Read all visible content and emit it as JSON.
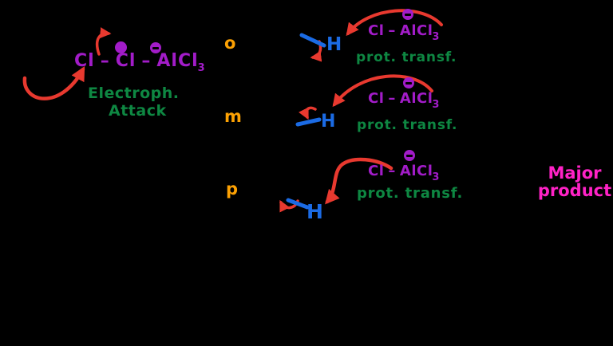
{
  "colors": {
    "background": "#000000",
    "purple": "#A21CC8",
    "red": "#E8392F",
    "green": "#0E8742",
    "orange": "#FCA103",
    "blue": "#1B6BE4",
    "magenta": "#FF22C6"
  },
  "reagent": {
    "cl1": "Cl",
    "bond1": "–",
    "cl2": "Cl",
    "bond2": "–",
    "al": "AlCl",
    "al_sub": "3"
  },
  "icons": {
    "plus_charge": "filled-purple-dot",
    "minus_charge": "purple-circle-with-minus-bar"
  },
  "labels": {
    "step1_line1": "Electroph.",
    "step1_line2": "Attack",
    "ortho": "o",
    "meta": "m",
    "para": "p",
    "major_line1": "Major",
    "major_line2": "product"
  },
  "rows": [
    {
      "position": "ortho",
      "h": "H",
      "cl": "Cl",
      "bond": "–",
      "al": "AlCl",
      "al_sub": "3",
      "label": "prot. transf."
    },
    {
      "position": "meta",
      "h": "H",
      "cl": "Cl",
      "bond": "–",
      "al": "AlCl",
      "al_sub": "3",
      "label": "prot. transf."
    },
    {
      "position": "para",
      "h": "H",
      "cl": "Cl",
      "bond": "–",
      "al": "AlCl",
      "al_sub": "3",
      "label": "prot. transf."
    }
  ]
}
